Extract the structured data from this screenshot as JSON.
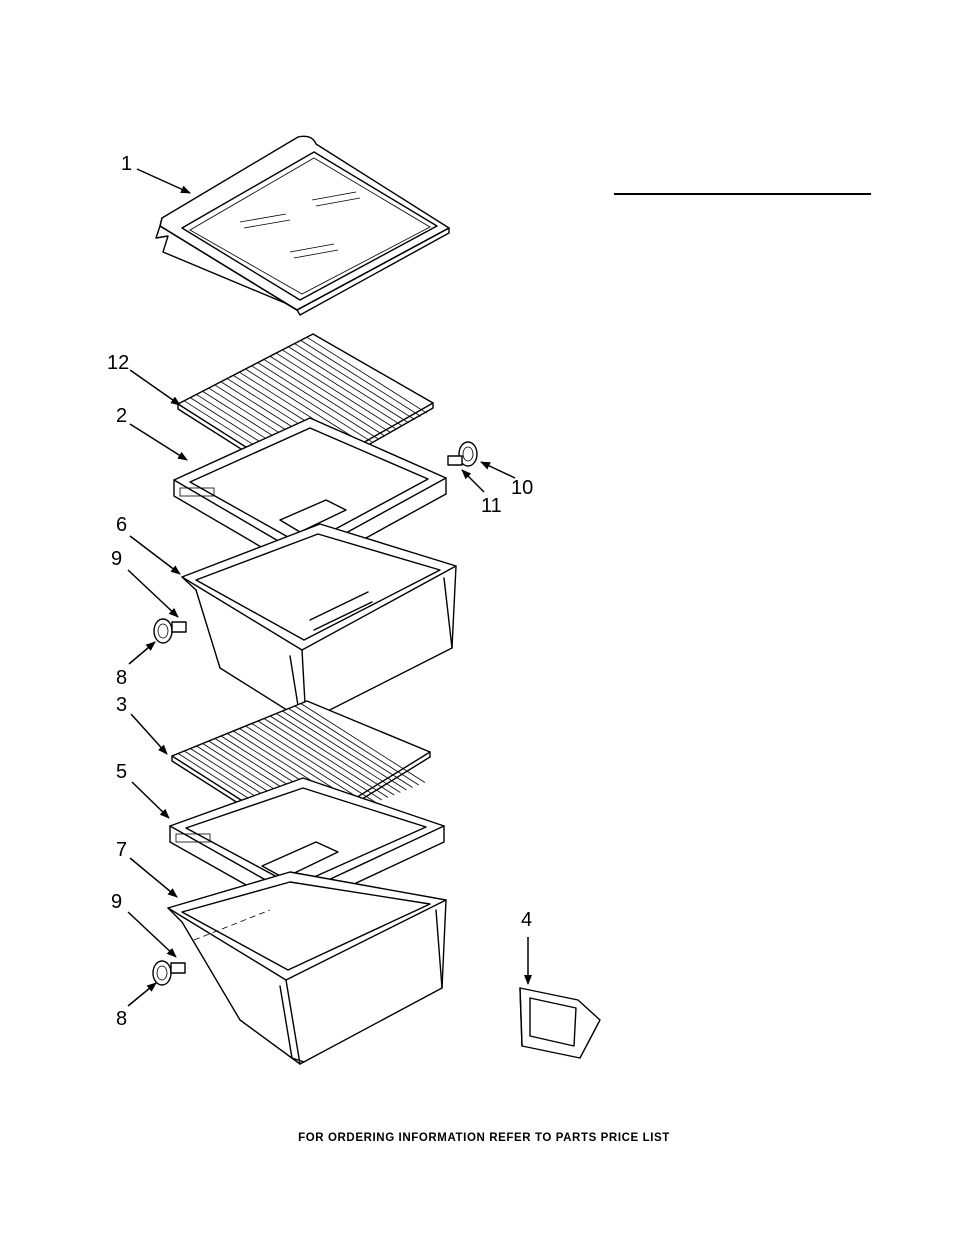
{
  "callouts": [
    {
      "id": "c1",
      "label": "1"
    },
    {
      "id": "c12",
      "label": "12"
    },
    {
      "id": "c2",
      "label": "2"
    },
    {
      "id": "c10",
      "label": "10"
    },
    {
      "id": "c11",
      "label": "11"
    },
    {
      "id": "c6",
      "label": "6"
    },
    {
      "id": "c9a",
      "label": "9"
    },
    {
      "id": "c8a",
      "label": "8"
    },
    {
      "id": "c3",
      "label": "3"
    },
    {
      "id": "c5",
      "label": "5"
    },
    {
      "id": "c7",
      "label": "7"
    },
    {
      "id": "c9b",
      "label": "9"
    },
    {
      "id": "c4",
      "label": "4"
    },
    {
      "id": "c8b",
      "label": "8"
    }
  ],
  "footer_text": "FOR ORDERING INFORMATION REFER TO PARTS PRICE LIST"
}
